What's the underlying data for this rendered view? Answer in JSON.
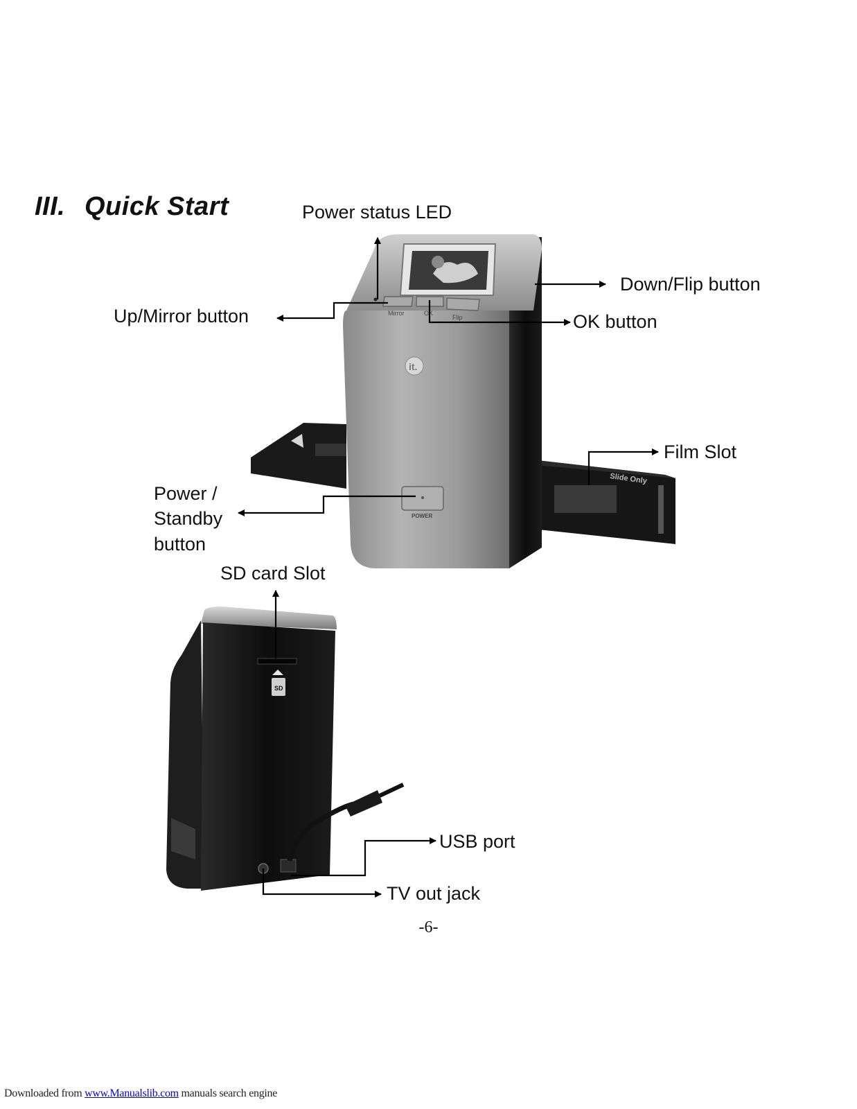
{
  "section": {
    "number": "III.",
    "title": "Quick Start"
  },
  "callouts": {
    "power_led": "Power status LED",
    "down_flip": "Down/Flip button",
    "up_mirror": "Up/Mirror button",
    "ok": "OK button",
    "film_slot": "Film Slot",
    "power_standby_line1": "Power /",
    "power_standby_line2": "Standby",
    "power_standby_line3": "button",
    "sd_slot": "SD card Slot",
    "usb": "USB port",
    "tv_out": "TV out jack"
  },
  "device": {
    "button_labels": [
      "Mirror",
      "OK",
      "Flip"
    ],
    "brand_mark": "it.",
    "power_label": "POWER",
    "tray_text": "Slide Only",
    "sd_label": "SD"
  },
  "page_number": "-6-",
  "footer": {
    "prefix": "Downloaded from ",
    "link_text": "www.Manualslib.com",
    "suffix": "  manuals search engine"
  }
}
